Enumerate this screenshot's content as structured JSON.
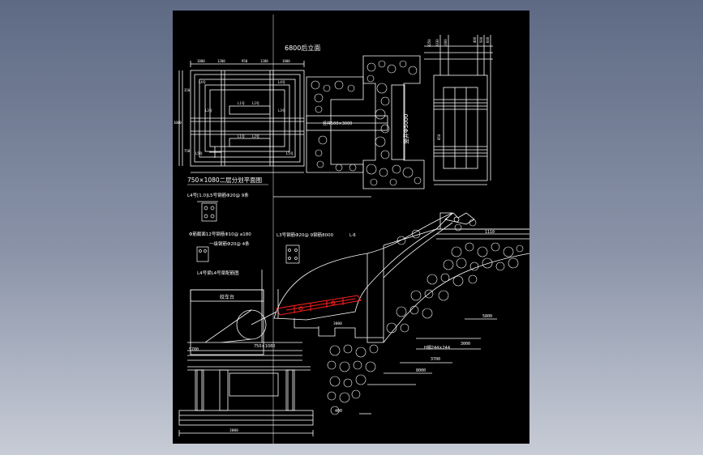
{
  "viewer": {
    "background_top": "#5e6a84",
    "background_bottom": "#c7ccd6",
    "sheet_color": "#000000",
    "line_color": "#ffffff",
    "highlight_color": "#ff2020"
  },
  "drawing": {
    "top_title": "6800后立面",
    "plan_title": "750×1080二层分划平面图",
    "note_1": "L4号[1.0]L5号钢筋Φ20@ 9条",
    "note_2": "Φ筋截面12号钢筋Φ10@ a180",
    "note_3": "一级钢筋Φ20@ 4条",
    "note_4": "L3号钢筋Φ20@ 9钢筋8000",
    "note_5": "L4号梁L4号梁配筋图",
    "room_label": "L-6",
    "dim_5000": "竖井Φ5000",
    "dim_cross": "竖井500×3000",
    "elev_1110": "1110",
    "elev_5800": "5800",
    "elev_3000a": "3000",
    "elev_3700": "3700",
    "elev_8000": "8000",
    "elev_400": "400",
    "pipe_label": "H钢244×244",
    "machine_label": "绞车台",
    "beam_label": "750×1080",
    "left_dim": "5700",
    "bottom_dim": "3000",
    "plan_dims": [
      "1800",
      "1200",
      "950",
      "1200",
      "1800"
    ],
    "plan_side_dims": [
      "350",
      "1080",
      "750"
    ],
    "beam_tags": [
      "L4号",
      "L4号",
      "L3号",
      "L3号",
      "L1号",
      "L2号",
      "L1号",
      "L2号",
      "L5号",
      "L5号"
    ],
    "top_right_dims": [
      "3250",
      "2030",
      "1000",
      "400",
      "500",
      "600",
      "850"
    ]
  }
}
